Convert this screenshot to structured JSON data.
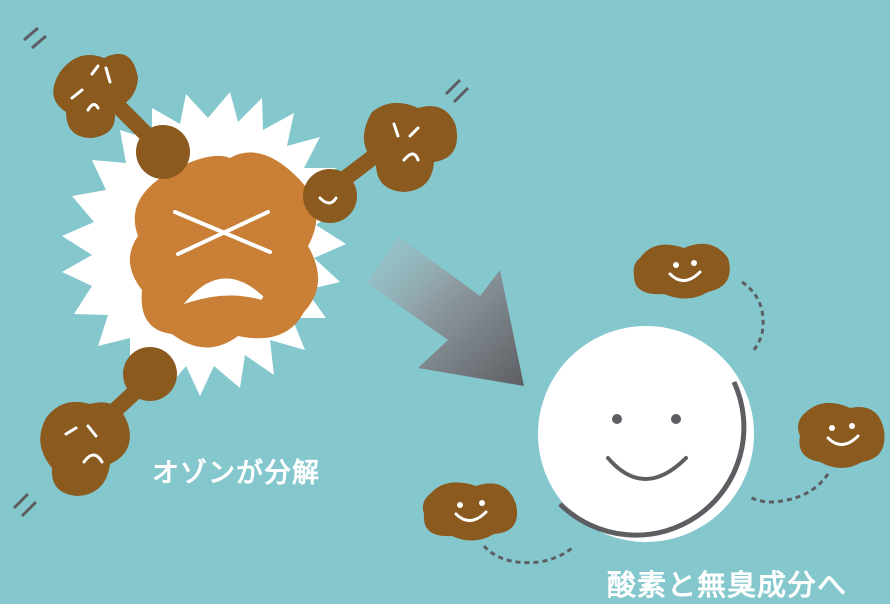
{
  "captions": {
    "ozone_decomposes": "オゾンが分解",
    "to_oxygen_and_odorless": "酸素と無臭成分へ"
  },
  "colors": {
    "background": "#84c7cd",
    "ozone_body": "#c97f35",
    "bean_molecule": "#8b5a1f",
    "arrow_dark": "#5d5e62",
    "oxygen_sphere": "#ffffff"
  },
  "icons": [
    "burst-shape",
    "sad-ozone-face",
    "angry-bean-molecule",
    "smiling-bean-molecule",
    "transition-arrow",
    "smiling-oxygen-sphere",
    "dotted-trail"
  ]
}
